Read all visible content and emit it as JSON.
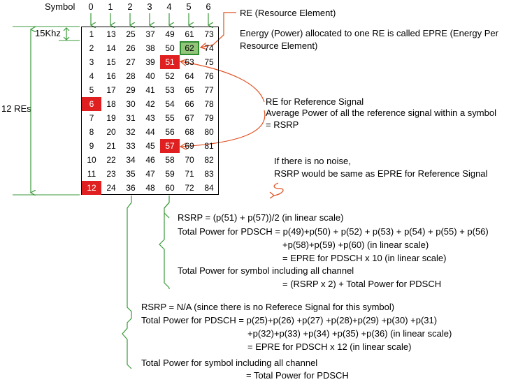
{
  "header": {
    "symbol_label": "Symbol",
    "symbol_numbers": [
      "0",
      "1",
      "2",
      "3",
      "4",
      "5",
      "6"
    ]
  },
  "side_labels": {
    "subcarrier_spacing": "15Khz",
    "res_count": "12 REs"
  },
  "grid": {
    "rows": [
      [
        "1",
        "13",
        "25",
        "37",
        "49",
        "61",
        "73"
      ],
      [
        "2",
        "14",
        "26",
        "38",
        "50",
        "62",
        "74"
      ],
      [
        "3",
        "15",
        "27",
        "39",
        "51",
        "63",
        "75"
      ],
      [
        "4",
        "16",
        "28",
        "40",
        "52",
        "64",
        "76"
      ],
      [
        "5",
        "17",
        "29",
        "41",
        "53",
        "65",
        "77"
      ],
      [
        "6",
        "18",
        "30",
        "42",
        "54",
        "66",
        "78"
      ],
      [
        "7",
        "19",
        "31",
        "43",
        "55",
        "67",
        "79"
      ],
      [
        "8",
        "20",
        "32",
        "44",
        "56",
        "68",
        "80"
      ],
      [
        "9",
        "21",
        "33",
        "45",
        "57",
        "69",
        "81"
      ],
      [
        "10",
        "22",
        "34",
        "46",
        "58",
        "70",
        "82"
      ],
      [
        "11",
        "23",
        "35",
        "47",
        "59",
        "71",
        "83"
      ],
      [
        "12",
        "24",
        "36",
        "48",
        "60",
        "72",
        "84"
      ]
    ],
    "reference_cells": [
      "6",
      "12",
      "51",
      "57"
    ],
    "highlight_cell": "62",
    "colors": {
      "reference": "#e02020",
      "highlight": "#92c47a",
      "highlight_border": "#2e8b2e",
      "annotation_line": "#e05020",
      "bracket": "#3a9a3a"
    }
  },
  "annotations": {
    "re_title": "RE (Resource Element)",
    "epre_line1": "Energy (Power) allocated to one RE is called EPRE (Energy Per",
    "epre_line2": "Resource Element)",
    "rs_line1": "RE for Reference Signal",
    "rs_line2": "Average Power of all the reference signal within a symbol",
    "rs_line3": "= RSRP",
    "noise_line1": "If there is no noise,",
    "noise_line2": "RSRP would be same as EPRE for Reference Signal"
  },
  "formula_symbol4": {
    "l1": "RSRP = (p(51) + p(57))/2 (in linear scale)",
    "l2": "Total Power for PDSCH = p(49)+p(50) + p(52) + p(53) + p(54) + p(55) + p(56)",
    "l3": "+p(58)+p(59) +p(60) (in linear scale)",
    "l4": "= EPRE for PDSCH x 10 (in linear scale)",
    "l5": "Total Power for symbol including all channel",
    "l6": "= (RSRP x 2) + Total Power for PDSCH"
  },
  "formula_symbol2": {
    "l1": "RSRP = N/A (since there is no Referece Signal for this symbol)",
    "l2": "Total Power for PDSCH = p(25)+p(26) +p(27) +p(28)+p(29) +p(30) +p(31)",
    "l3": "+p(32)+p(33) +p(34) +p(35) +p(36) (in linear scale)",
    "l4": "= EPRE for PDSCH x 12 (in linear scale)",
    "l5": "Total Power for symbol including all channel",
    "l6": "= Total Power for PDSCH"
  }
}
